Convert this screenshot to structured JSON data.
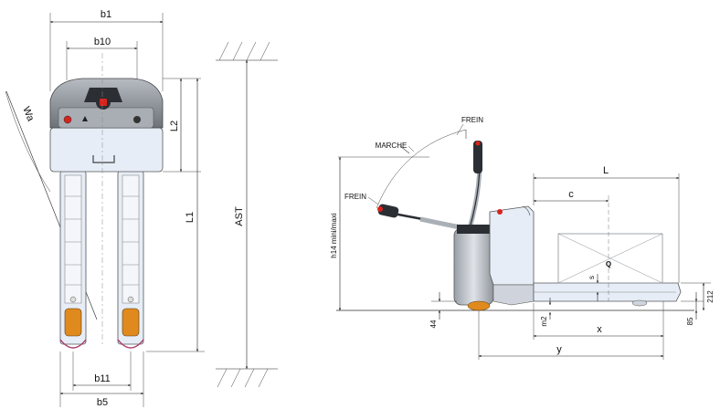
{
  "colors": {
    "frame_gray": "#cfd4dc",
    "cover_dark": "#7e848b",
    "panel_light": "#e6edf6",
    "emergency_red": "#d8231d",
    "wheel_orange": "#e08a1e",
    "load_line": "#8a8f96"
  },
  "front_view": {
    "dimensions": {
      "b1": "b1",
      "b10": "b10",
      "wa": "Wa",
      "l2": "L2",
      "l1": "L1",
      "ast": "AST",
      "b11": "b11",
      "b5": "b5"
    }
  },
  "side_view": {
    "labels": {
      "frein_top": "FREIN",
      "marche": "MARCHE",
      "frein_left": "FREIN",
      "h14": "h14 mini/maxi",
      "l": "L",
      "c": "c",
      "q": "Q",
      "s": "s",
      "d212": "212",
      "d44": "44",
      "m2": "m2",
      "x": "x",
      "d85": "85",
      "y": "y"
    }
  }
}
